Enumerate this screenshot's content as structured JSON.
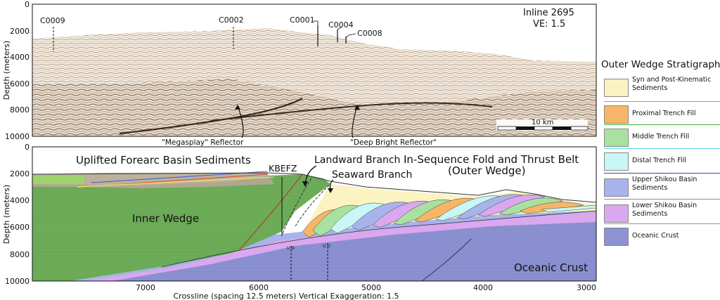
{
  "top_panel": {
    "inline_label": "Inline 2695",
    "ve_label": "VE: 1.5",
    "y_axis_label": "Depth (meters)",
    "y_ticks": [
      "0",
      "2000",
      "4000",
      "6000",
      "8000",
      "10000"
    ],
    "wells": [
      "C0009",
      "C0002",
      "C0001",
      "C0004",
      "C0008"
    ],
    "annotations": [
      "\"Megasplay\" Reflector",
      "\"Deep Bright Reflector\""
    ],
    "scale_bar_label": "10 km"
  },
  "bottom_panel": {
    "y_axis_label": "Depth (meters)",
    "y_ticks": [
      "0",
      "2000",
      "4000",
      "6000",
      "8000",
      "10000"
    ],
    "x_ticks": [
      "7000",
      "6000",
      "5000",
      "4000",
      "3000"
    ],
    "x_axis_label": "Crossline (spacing 12.5 meters) Vertical Exaggeration: 1.5",
    "labels": {
      "uplifted": "Uplifted Forearc Basin Sediments",
      "kbefz": "KBEFZ",
      "landward": "Landward Branch",
      "seaward": "Seaward Branch",
      "insequence_1": "In-Sequence Fold and Thrust Belt",
      "insequence_2": "(Outer Wedge)",
      "inner_wedge": "Inner Wedge",
      "oceanic_crust": "Oceanic Crust",
      "ud_1": "U D",
      "ud_2": "U D"
    }
  },
  "legend": {
    "title": "Outer Wedge Stratigraphy",
    "items": [
      {
        "label": "Syn and Post-Kinematic Sediments",
        "color": "#fbf3c2"
      },
      {
        "label": "Proximal Trench Fill",
        "color": "#f7b567"
      },
      {
        "label": "Middle Trench Fill",
        "color": "#a9e2a0"
      },
      {
        "label": "Distal Trench Fill",
        "color": "#c9f6f6"
      },
      {
        "label": "Upper Shikou Basin Sediments",
        "color": "#a7b3ea"
      },
      {
        "label": "Lower Shikou Basin Sediments",
        "color": "#d9a8ee"
      },
      {
        "label": "Oceanic Crust",
        "color": "#8c92d2"
      }
    ],
    "separator_colors": [
      "#999999",
      "#3cae3c",
      "#57d9e6",
      "#3a43b0",
      "#b36cc8",
      "#999999"
    ]
  }
}
